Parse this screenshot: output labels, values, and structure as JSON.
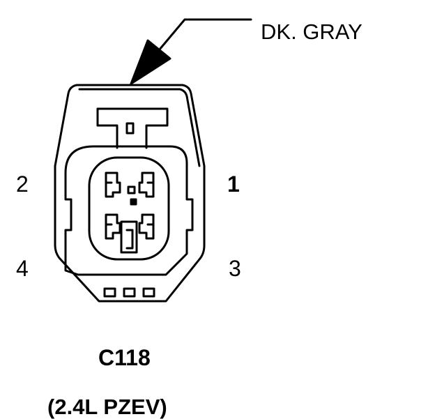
{
  "callout": {
    "color_label": "DK. GRAY"
  },
  "pins": {
    "p1": "1",
    "p2": "2",
    "p3": "3",
    "p4": "4"
  },
  "connector": {
    "id": "C118",
    "variant": "(2.4L PZEV)"
  },
  "colors": {
    "ink": "#000000",
    "background": "#ffffff"
  }
}
